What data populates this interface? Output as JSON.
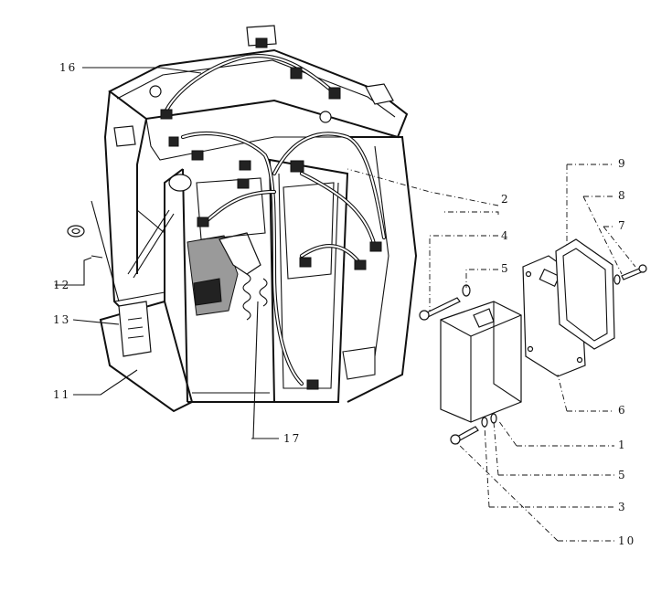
{
  "callouts": [
    {
      "id": "c16",
      "text": "16"
    },
    {
      "id": "c2",
      "text": "2"
    },
    {
      "id": "c4",
      "text": "4"
    },
    {
      "id": "c5a",
      "text": "5"
    },
    {
      "id": "c9",
      "text": "9"
    },
    {
      "id": "c8",
      "text": "8"
    },
    {
      "id": "c7",
      "text": "7"
    },
    {
      "id": "c12",
      "text": "12"
    },
    {
      "id": "c13",
      "text": "13"
    },
    {
      "id": "c11",
      "text": "11"
    },
    {
      "id": "c17",
      "text": "17"
    },
    {
      "id": "c6",
      "text": "6"
    },
    {
      "id": "c1",
      "text": "1"
    },
    {
      "id": "c5b",
      "text": "5"
    },
    {
      "id": "c3",
      "text": "3"
    },
    {
      "id": "c10",
      "text": "10"
    }
  ],
  "colors": {
    "ink": "#111111",
    "paper": "#ffffff",
    "shade": "#9a9a9a"
  }
}
